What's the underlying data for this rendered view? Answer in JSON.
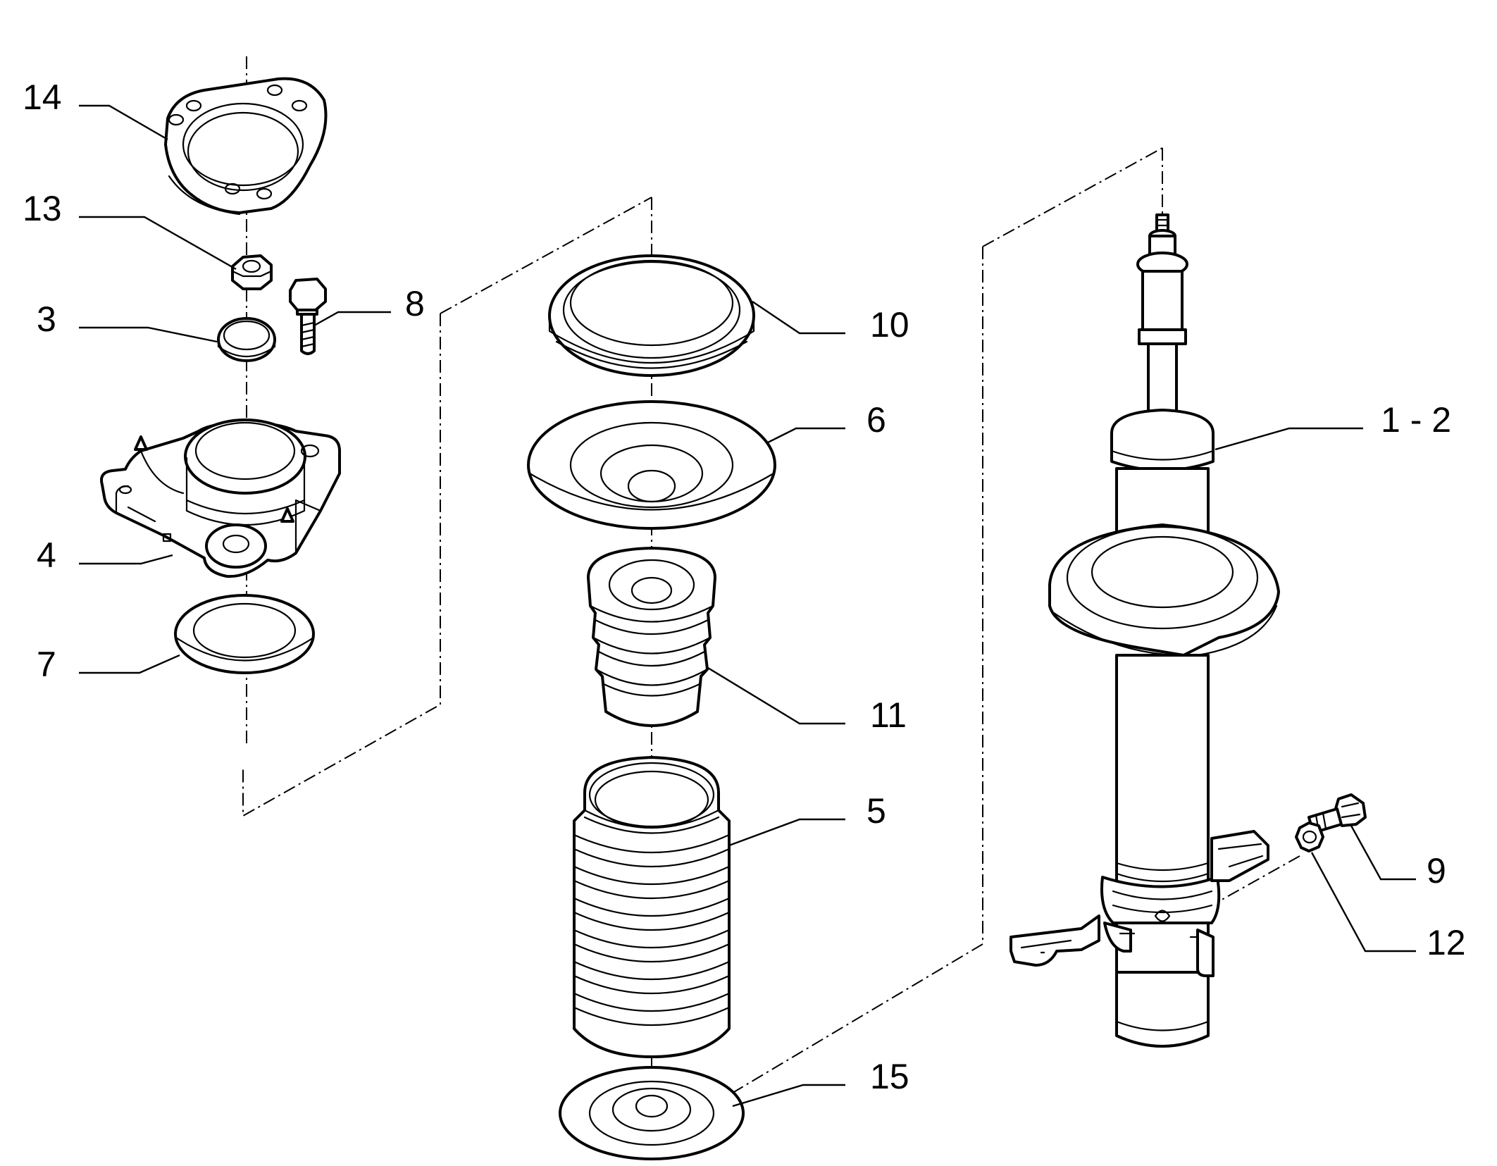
{
  "callouts": {
    "c14": "14",
    "c13": "13",
    "c3": "3",
    "c8": "8",
    "c4": "4",
    "c7": "7",
    "c10": "10",
    "c6": "6",
    "c11": "11",
    "c5": "5",
    "c15": "15",
    "c1_2": "1 - 2",
    "c9": "9",
    "c12": "12"
  },
  "colors": {
    "line": "#000000",
    "background": "#ffffff"
  }
}
